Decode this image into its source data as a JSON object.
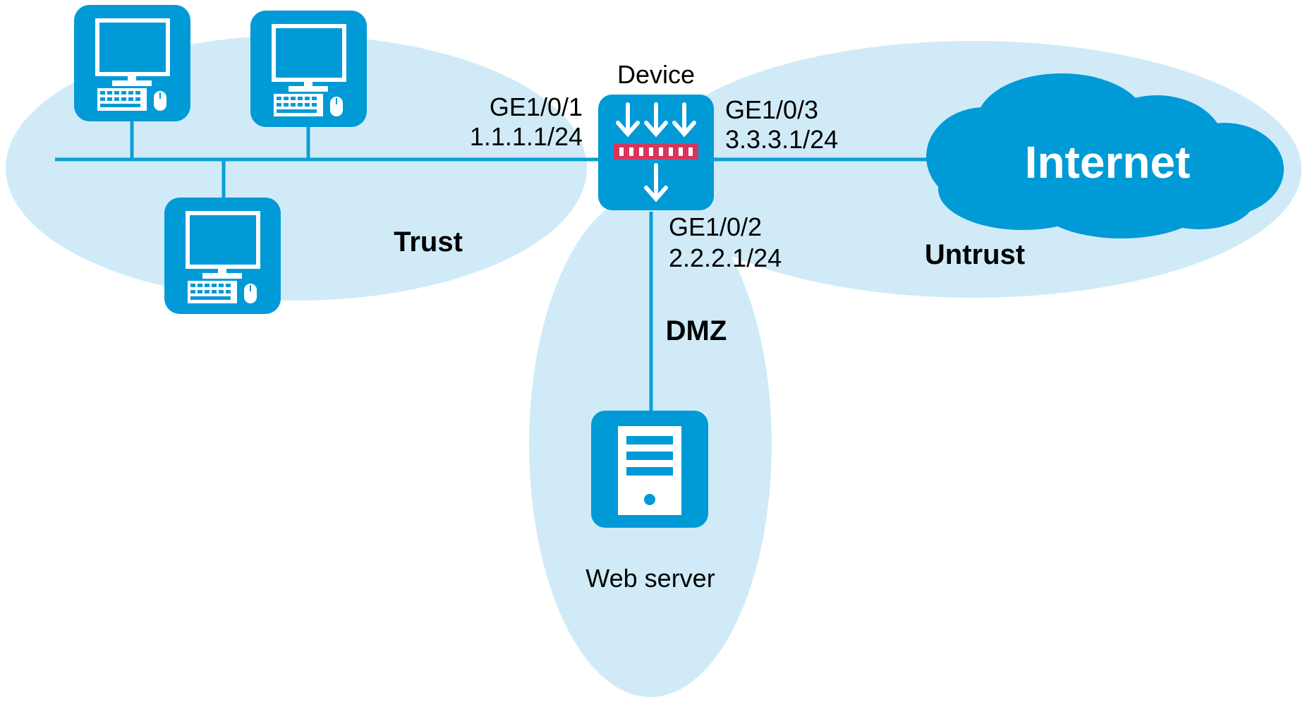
{
  "colors": {
    "zone_fill": "#d0ebf7",
    "device_blue": "#009ad7",
    "filter_red": "#d6365e",
    "line_blue": "#0aa0d6",
    "white": "#ffffff"
  },
  "device": {
    "name": "Device",
    "icon": "firewall-icon"
  },
  "interfaces": {
    "ge1": {
      "name": "GE1/0/1",
      "ip": "1.1.1.1/24"
    },
    "ge2": {
      "name": "GE1/0/2",
      "ip": "2.2.2.1/24"
    },
    "ge3": {
      "name": "GE1/0/3",
      "ip": "3.3.3.1/24"
    }
  },
  "zones": {
    "trust": "Trust",
    "untrust": "Untrust",
    "dmz": "DMZ"
  },
  "internet": {
    "label": "Internet",
    "icon": "cloud-icon"
  },
  "hosts": {
    "icon": "pc-icon",
    "count": 3
  },
  "server": {
    "label": "Web server",
    "icon": "server-icon"
  }
}
